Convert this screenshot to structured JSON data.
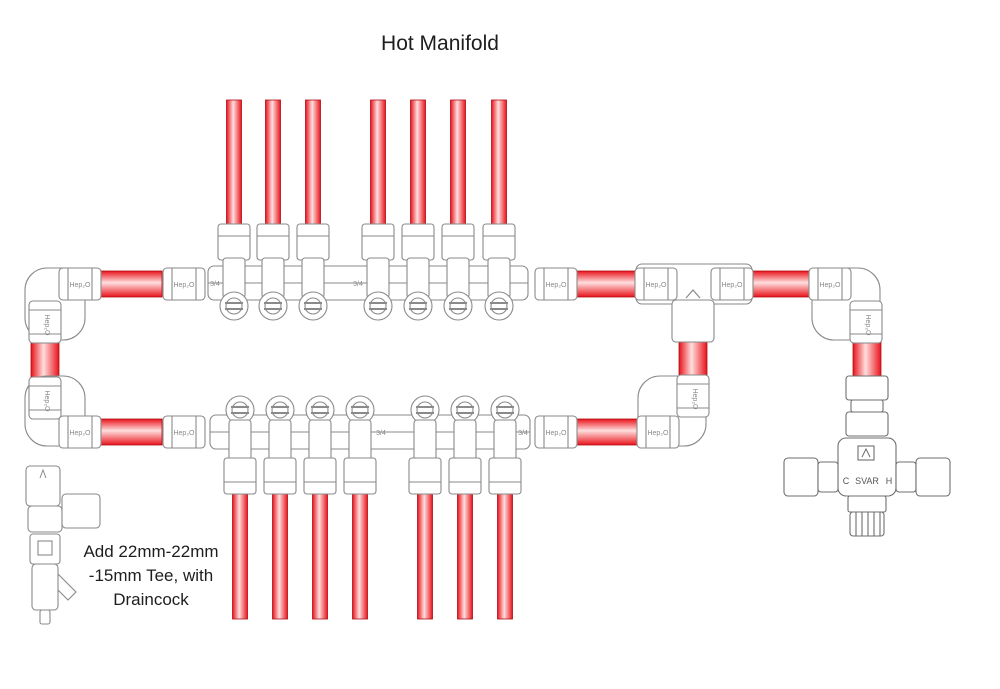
{
  "title": "Hot Manifold",
  "note_lines": [
    "Add 22mm-22mm",
    "-15mm Tee, with",
    "Draincock"
  ],
  "fitting_brand": "Hep₂O",
  "manifold_size_label": "3/4",
  "valve_markings": {
    "cold": "C",
    "hot": "H",
    "brand": "SVAR"
  },
  "top_outlet_count": 7,
  "bottom_outlet_count": 7,
  "colors": {
    "hot_pipe": "#e8131b",
    "hot_pipe_highlight": "#ffdede",
    "fitting_stroke": "#8a8a8a",
    "fitting_fill": "#ffffff"
  }
}
